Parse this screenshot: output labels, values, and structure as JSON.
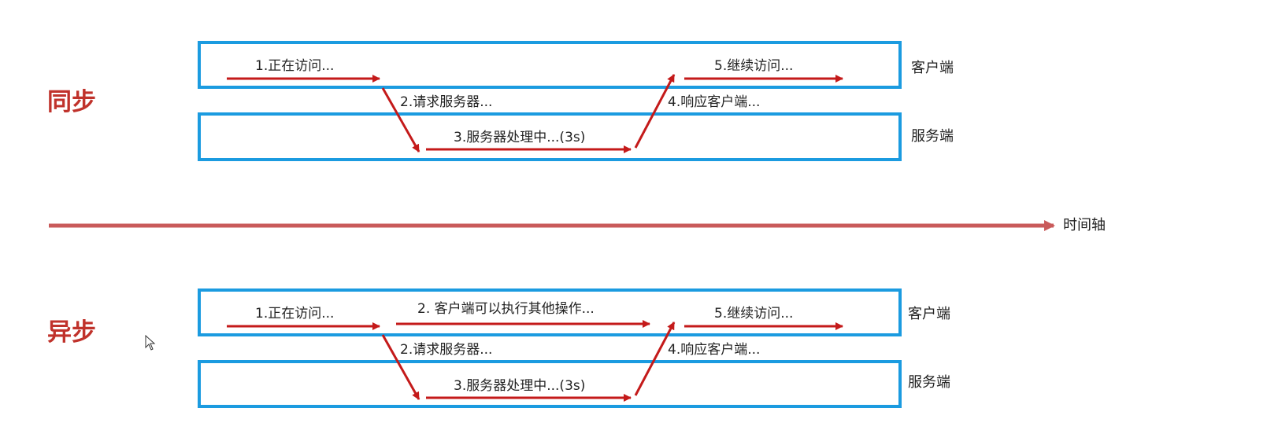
{
  "colors": {
    "box_border": "#1b9be0",
    "arrow": "#c41a1a",
    "timeline": "#c95a5a",
    "title": "#c0322b"
  },
  "sync": {
    "title": "同步",
    "step1": "1.正在访问...",
    "step2": "2.请求服务器...",
    "step3": "3.服务器处理中...(3s)",
    "step4": "4.响应客户端...",
    "step5": "5.继续访问...",
    "client_label": "客户端",
    "server_label": "服务端"
  },
  "timeline": {
    "label": "时间轴"
  },
  "async": {
    "title": "异步",
    "step1": "1.正在访问...",
    "step2_client": "2. 客户端可以执行其他操作...",
    "step2": "2.请求服务器...",
    "step3": "3.服务器处理中...(3s)",
    "step4": "4.响应客户端...",
    "step5": "5.继续访问...",
    "client_label": "客户端",
    "server_label": "服务端"
  },
  "cursor_icon": "mouse-pointer-icon"
}
